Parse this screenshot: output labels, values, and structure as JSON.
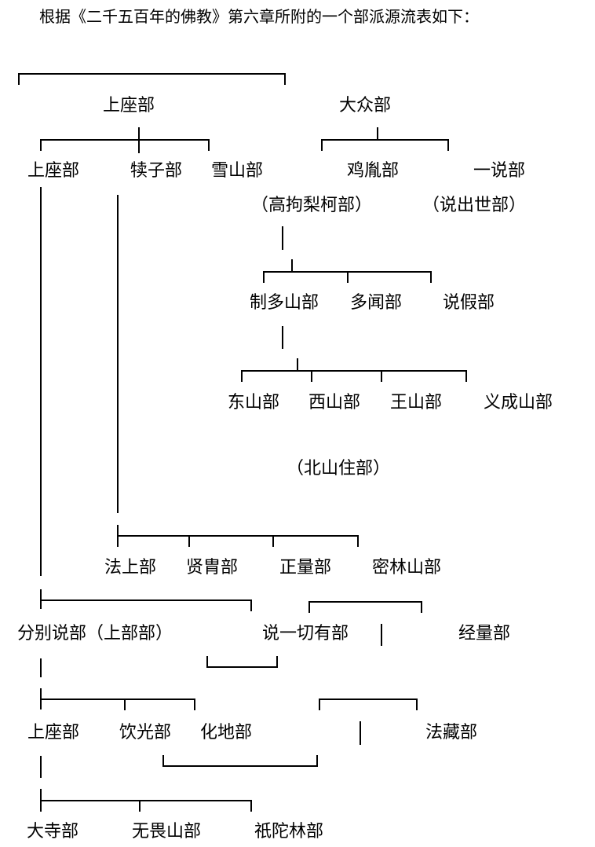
{
  "intro": "根据《二千五百年的佛教》第六章所附的一个部派源流表如下：",
  "nodes": {
    "shangzuo_top": "上座部",
    "dazhong": "大众部",
    "shangzuo_2": "上座部",
    "duzi": "犊子部",
    "xueshan": "雪山部",
    "jiyin": "鸡胤部",
    "yishuo": "一说部",
    "gaojuli": "（高拘梨柯部）",
    "shuochushi": "（说出世部）",
    "zhiduoshan": "制多山部",
    "duowen": "多闻部",
    "shuojia": "说假部",
    "dongshan": "东山部",
    "xishan": "西山部",
    "wangshan": "王山部",
    "yichengshan": "义成山部",
    "beishanzhu": "（北山住部）",
    "fashang": "法上部",
    "xianzhou": "贤胄部",
    "zhengliang": "正量部",
    "milinshan": "密林山部",
    "fenbieshuo": "分别说部（上部部）",
    "shuoyiqieyou": "说一切有部",
    "jingliang": "经量部",
    "shangzuo_3": "上座部",
    "yinguang": "饮光部",
    "huadi": "化地部",
    "fazang": "法藏部",
    "dasi": "大寺部",
    "wuweishan": "无畏山部",
    "qituolin": "祇陀林部"
  }
}
